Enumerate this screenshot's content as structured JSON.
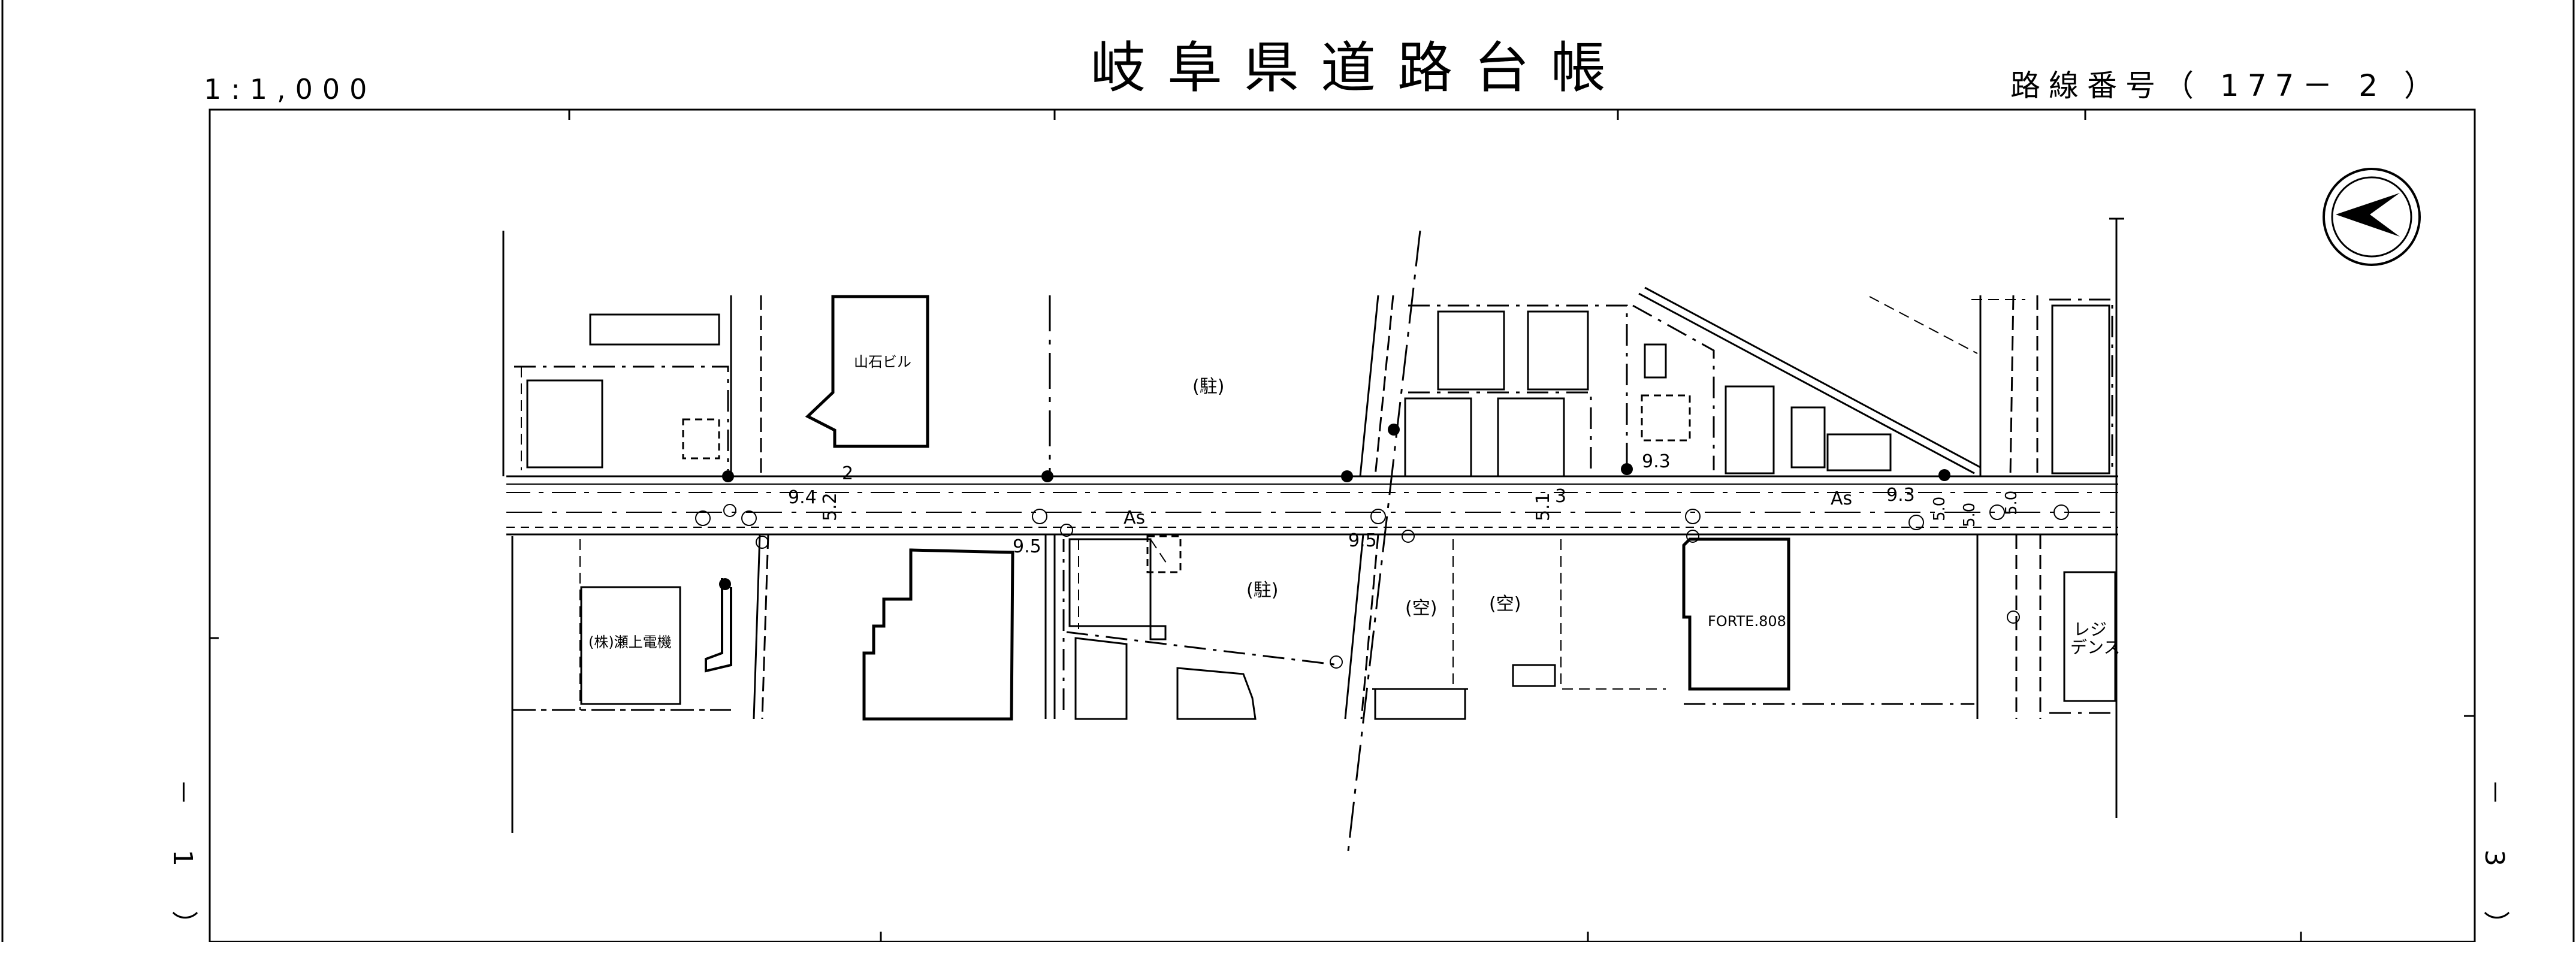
{
  "header": {
    "title": "岐阜県道路台帳",
    "scale": "1:1,000",
    "route_number": "路線番号（ 177－ 2 ）"
  },
  "edge_refs": {
    "left": "－ 1 ）",
    "right": "－ 3 ）"
  },
  "map_labels": {
    "building_yamaishi": "山石ビル",
    "parking_north": "(駐)",
    "parking_south": "(駐)",
    "vacant_1": "(空)",
    "vacant_2": "(空)",
    "company_segami": "(株)瀬上電機",
    "forte": "FORTE.808",
    "residence_1": "レジ",
    "residence_2": "デンス",
    "pavement_1": "As",
    "pavement_2": "As",
    "dim_9_4": "9.4",
    "dim_5_2": "5.2",
    "dim_2": "2",
    "dim_9_5_a": "9.5",
    "dim_9_5_b": "9.5",
    "dim_5_1": "5.1",
    "dim_3": "3",
    "dim_9_3_a": "9.3",
    "dim_9_3_b": "9.3",
    "dim_5_0_a": "5.0",
    "dim_5_0_b": "5.0",
    "dim_5_0_c": "5.0"
  }
}
